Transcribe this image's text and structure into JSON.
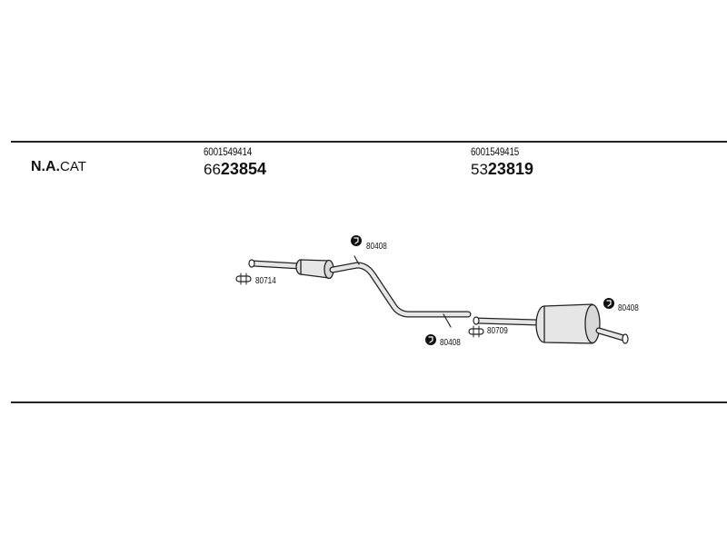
{
  "header": {
    "variant_bold": "N.A.",
    "variant_rest": "CAT"
  },
  "parts": [
    {
      "oe_number": "6001549414",
      "prefix": "66",
      "part_number": "23854"
    },
    {
      "oe_number": "6001549415",
      "prefix": "53",
      "part_number": "23819"
    }
  ],
  "callouts": [
    {
      "code": "80408",
      "icon": "hanger-icon"
    },
    {
      "code": "80714",
      "icon": "clamp-icon"
    },
    {
      "code": "80408",
      "icon": "hanger-icon"
    },
    {
      "code": "80709",
      "icon": "clamp-icon"
    },
    {
      "code": "80408",
      "icon": "hanger-icon"
    }
  ],
  "colors": {
    "line": "#222222",
    "part_fill": "#e6e6e6"
  }
}
